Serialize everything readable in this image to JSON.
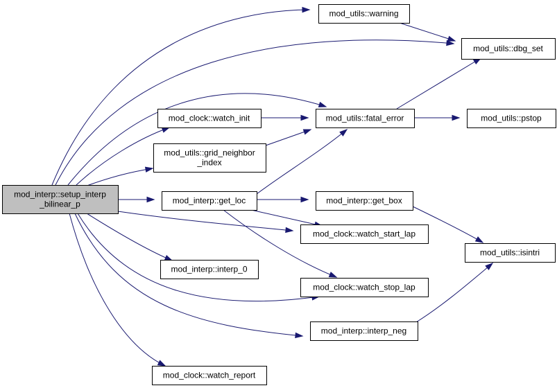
{
  "diagram": {
    "nodes": [
      {
        "id": "setup",
        "lines": [
          "mod_interp::setup_interp",
          "_bilinear_p"
        ],
        "root": true
      },
      {
        "id": "warning",
        "lines": [
          "mod_utils::warning"
        ]
      },
      {
        "id": "dbg_set",
        "lines": [
          "mod_utils::dbg_set"
        ]
      },
      {
        "id": "watch_init",
        "lines": [
          "mod_clock::watch_init"
        ]
      },
      {
        "id": "fatal_error",
        "lines": [
          "mod_utils::fatal_error"
        ]
      },
      {
        "id": "pstop",
        "lines": [
          "mod_utils::pstop"
        ]
      },
      {
        "id": "grid_neighbor",
        "lines": [
          "mod_utils::grid_neighbor",
          "_index"
        ]
      },
      {
        "id": "get_loc",
        "lines": [
          "mod_interp::get_loc"
        ]
      },
      {
        "id": "get_box",
        "lines": [
          "mod_interp::get_box"
        ]
      },
      {
        "id": "watch_start_lap",
        "lines": [
          "mod_clock::watch_start_lap"
        ]
      },
      {
        "id": "isintri",
        "lines": [
          "mod_utils::isintri"
        ]
      },
      {
        "id": "interp_0",
        "lines": [
          "mod_interp::interp_0"
        ]
      },
      {
        "id": "watch_stop_lap",
        "lines": [
          "mod_clock::watch_stop_lap"
        ]
      },
      {
        "id": "interp_neg",
        "lines": [
          "mod_interp::interp_neg"
        ]
      },
      {
        "id": "watch_report",
        "lines": [
          "mod_clock::watch_report"
        ]
      }
    ],
    "edges": [
      [
        "setup",
        "warning"
      ],
      [
        "setup",
        "dbg_set"
      ],
      [
        "setup",
        "fatal_error"
      ],
      [
        "setup",
        "watch_init"
      ],
      [
        "setup",
        "grid_neighbor"
      ],
      [
        "setup",
        "get_loc"
      ],
      [
        "setup",
        "watch_start_lap"
      ],
      [
        "setup",
        "interp_0"
      ],
      [
        "setup",
        "watch_stop_lap"
      ],
      [
        "setup",
        "interp_neg"
      ],
      [
        "setup",
        "watch_report"
      ],
      [
        "warning",
        "dbg_set"
      ],
      [
        "fatal_error",
        "dbg_set"
      ],
      [
        "fatal_error",
        "pstop"
      ],
      [
        "watch_init",
        "fatal_error"
      ],
      [
        "grid_neighbor",
        "fatal_error"
      ],
      [
        "get_loc",
        "fatal_error"
      ],
      [
        "get_loc",
        "get_box"
      ],
      [
        "get_loc",
        "watch_start_lap"
      ],
      [
        "get_loc",
        "watch_stop_lap"
      ],
      [
        "get_box",
        "isintri"
      ],
      [
        "interp_neg",
        "isintri"
      ]
    ]
  }
}
